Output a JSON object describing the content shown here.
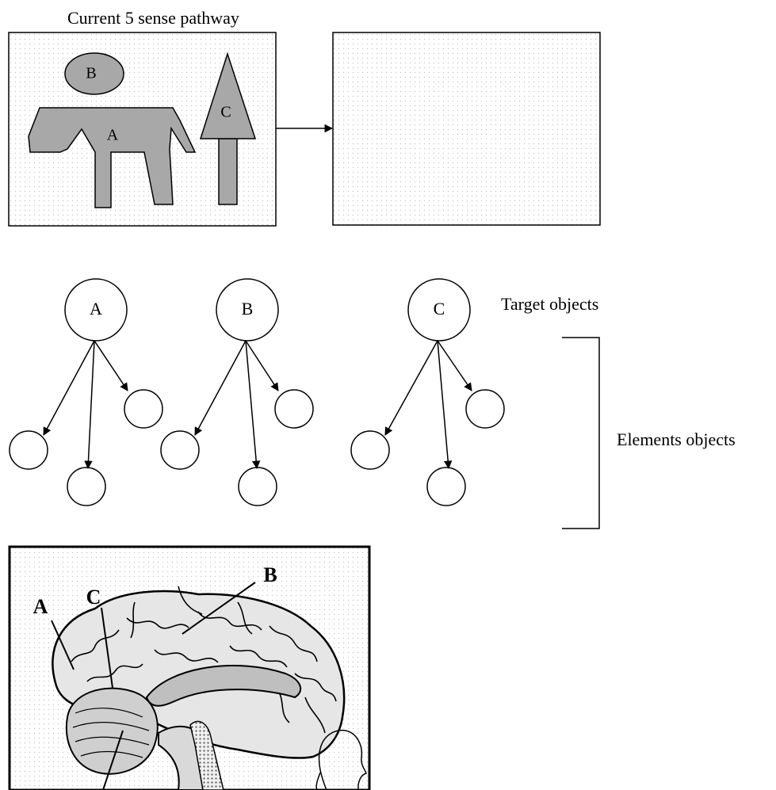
{
  "top": {
    "title": "Current 5 sense pathway",
    "shape_labels": {
      "animal": "A",
      "ellipse": "B",
      "tree": "C"
    }
  },
  "tree": {
    "nodes": [
      "A",
      "B",
      "C"
    ],
    "target_label": "Target objects",
    "elements_label": "Elements objects"
  },
  "brain": {
    "labels": [
      "A",
      "C",
      "B"
    ]
  },
  "colors": {
    "shape_fill": "#a8a8a8",
    "panel_dot": "#c4c4c4",
    "ink": "#000000"
  }
}
